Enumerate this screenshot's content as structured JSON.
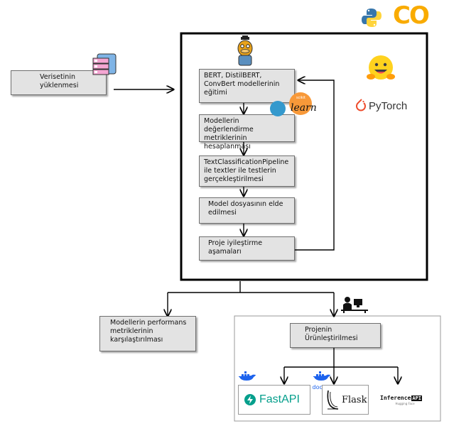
{
  "steps": {
    "load_dataset": [
      "Verisetinin",
      "yüklenmesi"
    ],
    "train": [
      "BERT, DistilBERT,",
      "ConvBert modellerinin",
      "eğitimi"
    ],
    "metrics": [
      "Modellerin değerlendirme",
      "metriklerinin hesaplanması"
    ],
    "pipeline": [
      "TextClassificationPipeline",
      "ile textler ile testlerin",
      "gerçekleştirilmesi"
    ],
    "model_file": [
      "Model dosyasının elde",
      "edilmesi"
    ],
    "improve": [
      "Proje iyileştirme",
      "aşamaları"
    ],
    "compare": [
      "Modellerin performans",
      "metriklerinin",
      "karşılaştırılması"
    ],
    "productize": [
      "Projenin",
      "Ürünleştirilmesi"
    ]
  },
  "logos": {
    "sklearn_small": "scikit",
    "sklearn_text": "learn",
    "pytorch": "PyTorch",
    "colab": "CO",
    "docker": "docker",
    "fastapi": "FastAPI",
    "flask": "Flask",
    "inference": "Inference",
    "inference_api": "API",
    "inference_sub": "Hugging Face"
  },
  "colors": {
    "pytorch": "#ee4c2c",
    "fastapi": "#059f8c",
    "docker": "#1d63ed",
    "colab_orange": "#f9ab00",
    "sklearn_orange": "#f89939",
    "sklearn_blue": "#3499cd",
    "hf_yellow": "#ffd21e"
  }
}
